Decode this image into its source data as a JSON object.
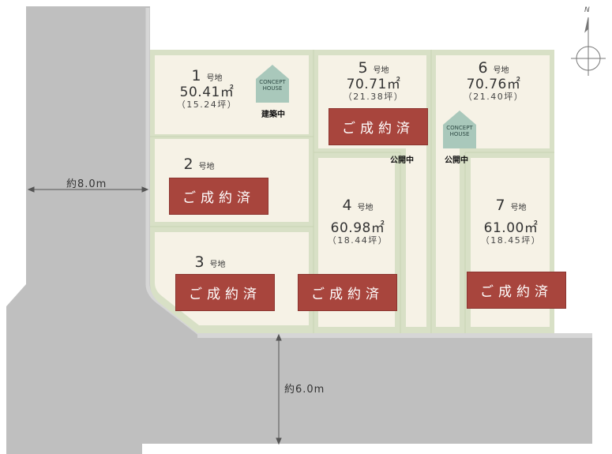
{
  "lots": [
    {
      "id": "1",
      "number": "1",
      "suffix": "号地",
      "area": "50.41㎡",
      "tsubo": "（15.24坪）"
    },
    {
      "id": "2",
      "number": "2",
      "suffix": "号地",
      "sold": "ご成約済"
    },
    {
      "id": "3",
      "number": "3",
      "suffix": "号地",
      "sold": "ご成約済"
    },
    {
      "id": "4",
      "number": "4",
      "suffix": "号地",
      "area": "60.98㎡",
      "tsubo": "（18.44坪）",
      "sold": "ご成約済"
    },
    {
      "id": "5",
      "number": "5",
      "suffix": "号地",
      "area": "70.71㎡",
      "tsubo": "（21.38坪）",
      "sold": "ご成約済"
    },
    {
      "id": "6",
      "number": "6",
      "suffix": "号地",
      "area": "70.76㎡",
      "tsubo": "（21.40坪）"
    },
    {
      "id": "7",
      "number": "7",
      "suffix": "号地",
      "area": "61.00㎡",
      "tsubo": "（18.45坪）",
      "sold": "ご成約済"
    }
  ],
  "concept_house": {
    "line1": "CONCEPT",
    "line2": "HOUSE",
    "lot1_status": "建築中"
  },
  "open_status": {
    "left": "公開中",
    "right": "公開中"
  },
  "roads": {
    "west_width": "約8.0m",
    "south_width": "約6.0m"
  },
  "north_label": "N",
  "colors": {
    "road": "#bfbfbf",
    "lot_fill": "#f6f2e6",
    "lot_border": "#d8e0c6",
    "sold": "#a8453d",
    "house": "#a9c8bb"
  }
}
